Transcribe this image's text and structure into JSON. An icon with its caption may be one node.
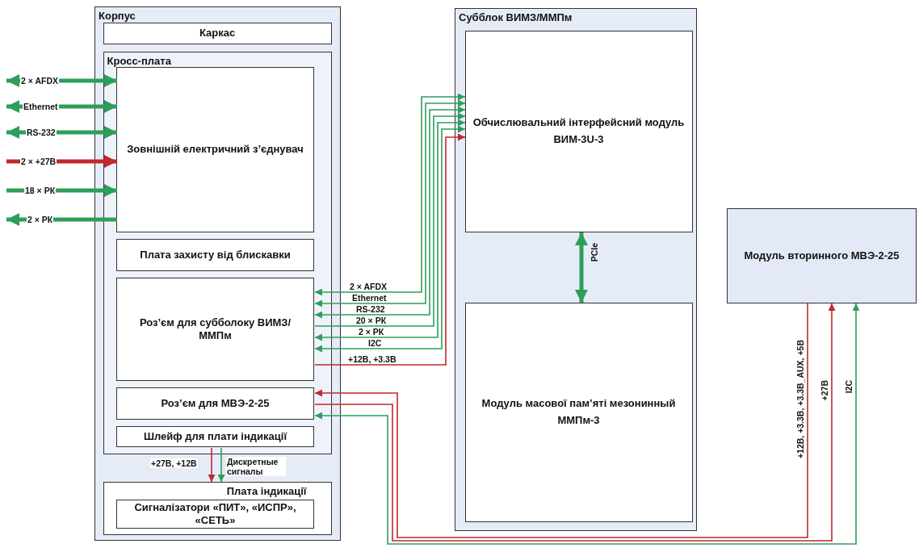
{
  "diagram": {
    "nodes": [
      {
        "text": [
          "Корпус"
        ]
      },
      {
        "text": [
          "Каркас"
        ],
        "in": 0
      },
      {
        "text": [
          "Кросс-плата"
        ],
        "in": 0
      },
      {
        "text": [
          "Зовнішній електричний з’єднувач"
        ],
        "in": 2
      },
      {
        "text": [
          "Плата захисту від блискавки"
        ],
        "in": 2
      },
      {
        "text": [
          "Роз’єм для субболоку ВИМЗ/ММПм"
        ],
        "in": 2
      },
      {
        "text": [
          "Роз’єм для МВЭ-2-25"
        ],
        "in": 2
      },
      {
        "text": [
          "Шлейф для плати індикації"
        ],
        "in": 2
      },
      {
        "text": [
          "Плата індикації"
        ],
        "in": 0
      },
      {
        "text": [
          "Сигналізатори «ПИТ», «ИСПР», «СЕТЬ»"
        ],
        "in": 8
      },
      {
        "text": [
          "Субблок ВИМЗ/ММПм"
        ]
      },
      {
        "text": [
          "Обчислювальний інтерфейсний модуль",
          "ВИМ-3U-3"
        ],
        "in": 10
      },
      {
        "text": [
          "Модуль масової пам’яті мезонинный",
          "ММПм-3"
        ],
        "in": 10
      },
      {
        "text": [
          "Модуль вторинного МВЭ-2-25"
        ]
      }
    ],
    "edges": [
      {
        "from": null,
        "to": 3,
        "arrow": "both",
        "label": "2 × AFDX",
        "style": "thick"
      },
      {
        "from": null,
        "to": 3,
        "arrow": "both",
        "label": "Ethernet",
        "style": "thick"
      },
      {
        "from": null,
        "to": 3,
        "arrow": "both",
        "label": "RS-232",
        "style": "thick"
      },
      {
        "from": null,
        "to": 3,
        "arrow": "to",
        "label": "2 × +27В",
        "style": "thick",
        "color": "#c0282d"
      },
      {
        "from": null,
        "to": 3,
        "arrow": "to",
        "label": "18 × РК",
        "style": "thick"
      },
      {
        "from": 3,
        "to": null,
        "arrow": "to",
        "label": "2 × РК",
        "style": "thick"
      },
      {
        "from": 11,
        "to": 5,
        "arrow": "both",
        "label": "2 × AFDX"
      },
      {
        "from": 11,
        "to": 5,
        "arrow": "both",
        "label": "Ethernet"
      },
      {
        "from": 11,
        "to": 5,
        "arrow": "both",
        "label": "RS-232"
      },
      {
        "from": 5,
        "to": 11,
        "arrow": "to",
        "label": "20 × РК"
      },
      {
        "from": 11,
        "to": 5,
        "arrow": "both",
        "label": "2 × РК"
      },
      {
        "from": 11,
        "to": 5,
        "arrow": "both",
        "label": "I2C"
      },
      {
        "from": 5,
        "to": 11,
        "arrow": "to",
        "label": "+12В, +3.3В",
        "color": "#c0282d"
      },
      {
        "from": 11,
        "to": 12,
        "arrow": "both",
        "label": "PCIe",
        "style": "thick"
      },
      {
        "from": 13,
        "to": 6,
        "arrow": "to",
        "label": "+12В, +3.3В, +3.3В_AUX, +5В",
        "color": "#c0282d"
      },
      {
        "from": 6,
        "to": 13,
        "arrow": "to",
        "label": "+27В",
        "color": "#c0282d"
      },
      {
        "from": 6,
        "to": 13,
        "arrow": "both",
        "label": "I2C"
      },
      {
        "from": 7,
        "to": 8,
        "arrow": "to",
        "label": "+27В, +12В",
        "color": "#c0282d"
      },
      {
        "from": 7,
        "to": 8,
        "arrow": "to",
        "label": "Дискретные сигналы"
      }
    ]
  }
}
